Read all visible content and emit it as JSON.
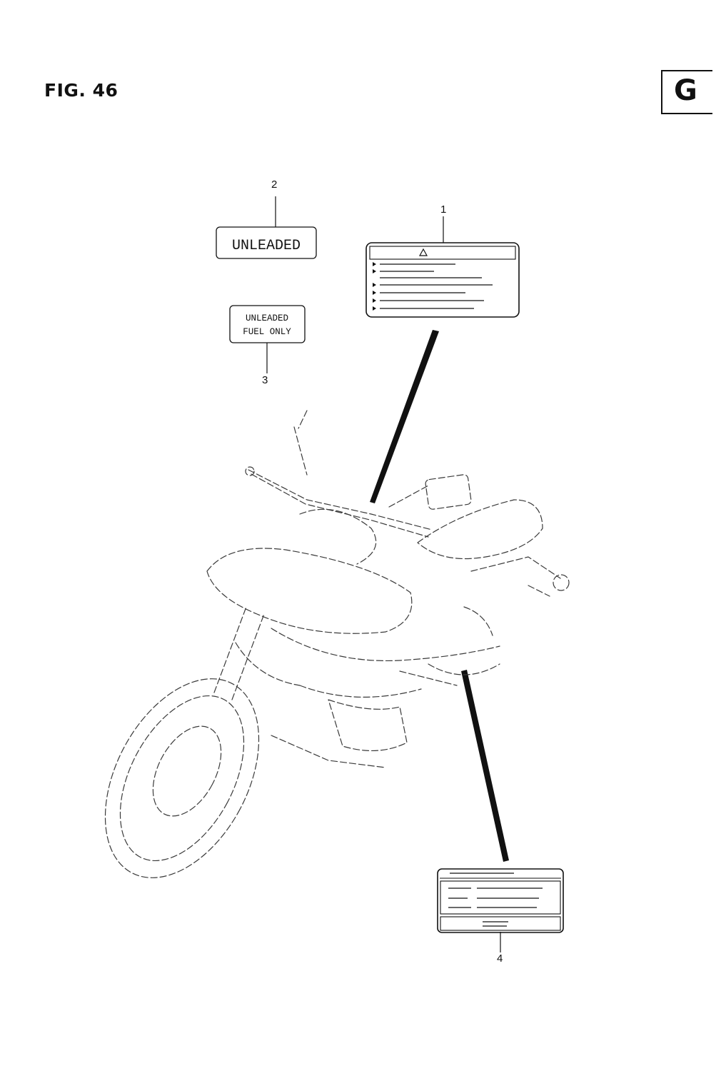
{
  "figure": {
    "title": "FIG. 46",
    "section_letter": "G"
  },
  "callouts": [
    {
      "number": "1"
    },
    {
      "number": "2"
    },
    {
      "number": "3"
    },
    {
      "number": "4"
    }
  ],
  "labels": {
    "unleaded": "UNLEADED",
    "unleaded_fuel_line1": "UNLEADED",
    "unleaded_fuel_line2": "FUEL ONLY"
  }
}
